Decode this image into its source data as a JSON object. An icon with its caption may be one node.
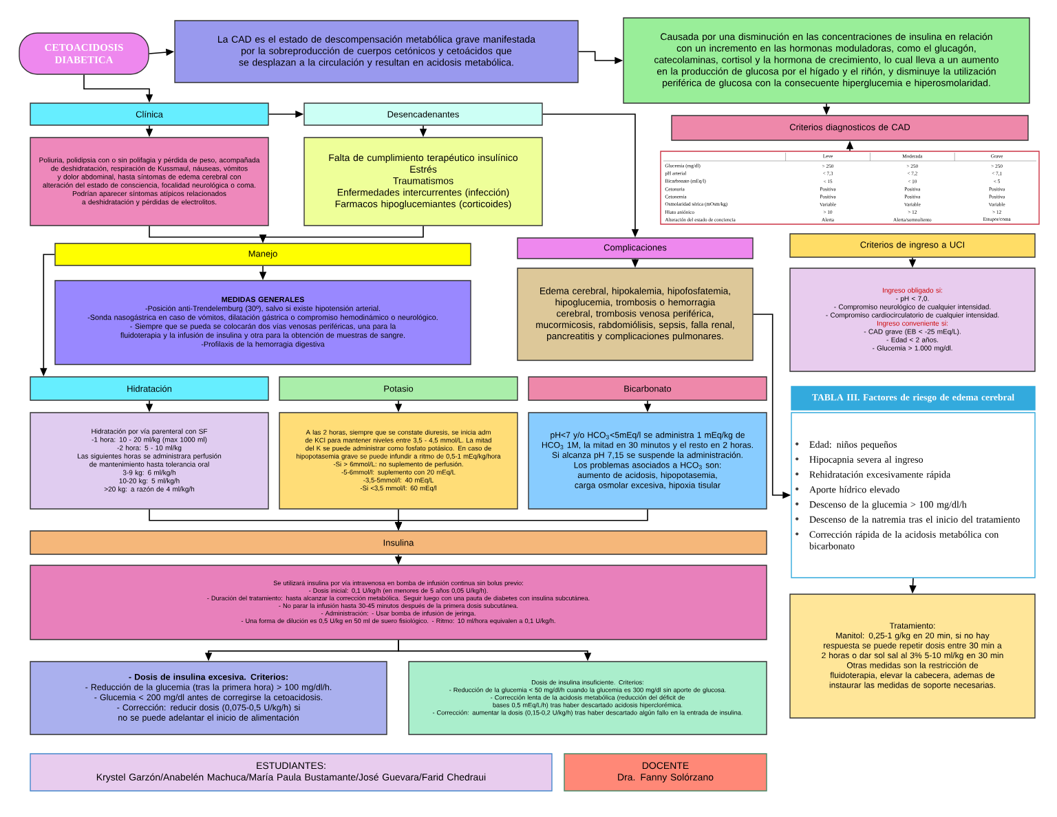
{
  "diagram": {
    "nodes": [
      {
        "text": [
          "CETOACIDOSIS DIABETICA"
        ]
      },
      {
        "text": [
          "La CAD es el estado de descompensación metabólica grave manifestada por la sobreproducción de cuerpos cetónicos y cetoácidos que se desplazan a la circulación y resultan en acidosis metabólica."
        ]
      },
      {
        "text": [
          "Causada por una disminución en las concentraciones de insulina en relación con un incremento en las hormonas moduladoras, como el glucagón, catecolaminas, cortisol y la hormona de crecimiento, lo cual lleva a un aumento en la producción de glucosa por el hígado y el riñón, y disminuye la utilización periférica de glucosa con la consecuente hiperglucemia e hiperosmolaridad."
        ]
      },
      {
        "text": [
          "Clínica"
        ]
      },
      {
        "text": [
          "Desencadenantes"
        ]
      },
      {
        "text": [
          "Criterios diagnosticos de CAD"
        ]
      },
      {
        "text": [],
        "shape": "box"
      },
      {
        "text": [
          "Poliuria, polidipsia con o sin polifagia y pérdida de peso, acompañada de deshidratación, respiración de Kussmaul, náuseas, vómitos y dolor abdominal, hasta síntomas de edema cerebral con alteración del estado de consciencia, focalidad neurológica o coma.",
          "Podrían aparecer síntomas atípicos relacionados a deshidratación y pérdidas de electrolitos."
        ]
      },
      {
        "text": [
          "Falta de cumplimiento terapéutico insulínico",
          "Estrés",
          "Traumatismos",
          "Enfermedades intercurrentes (infección)",
          "Farmacos hipoglucemiantes (corticoides)"
        ]
      },
      {
        "text": [
          "Manejo"
        ]
      },
      {
        "text": [
          "Complicaciones"
        ]
      },
      {
        "text": [
          "Criterios de ingreso a UCI"
        ]
      },
      {
        "text": [
          "MEDIDAS GENERALES",
          "-Posición anti-Trendelemburg (30º), salvo si existe hipotensión arterial.",
          "-Sonda nasogástrica en caso de vómitos, dilatación gástrica o compromiso hemodinámico o neurológico.",
          "- Siempre que se pueda se colocarán dos vías venosas periféricas, una para la fluidoterapia y la infusión de insulina y otra para la obtención de muestras de sangre.",
          "-Profilaxis de la hemorragia digestiva"
        ]
      },
      {
        "text": [
          "Edema cerebral, hipokalemia, hipofosfatemia, hipoglucemia, trombosis o hemorragia cerebral, trombosis venosa periférica, mucormicosis, rabdomiólisis, sepsis, falla renal, pancreatitis y complicaciones pulmonares."
        ]
      },
      {
        "text": [
          "Ingreso obligado si:",
          "- pH < 7,0.",
          "- Compromiso neurológico de cualquier intensidad.",
          "- Compromiso cardiocirculatorio de cualquier intensidad.",
          "Ingreso conveniente si:",
          "- CAD grave (EB < -25 mEq/L).",
          "- Edad < 2 años.",
          "- Glucemia > 1.000 mg/dl."
        ]
      },
      {
        "text": [
          "Hidratación"
        ]
      },
      {
        "text": [
          "Potasio"
        ]
      },
      {
        "text": [
          "Bicarbonato"
        ]
      },
      {
        "text": [
          "TABLA III. Factores de riesgo de edema cerebral"
        ]
      },
      {
        "text": [
          "Edad: niños pequeños",
          "Hipocapnia severa al ingreso",
          "Rehidratación excesivamente rápida",
          "Aporte hídrico elevado",
          "Descenso de la glucemia > 100 mg/dl/h",
          "Descenso de la natremia tras el inicio del tratamiento",
          "Corrección rápida de la acidosis metabólica con bicarbonato"
        ]
      },
      {
        "text": [
          "Hidratación por vía parenteral con SF",
          "-1 hora: 10 - 20 ml/kg (max 1000 ml)",
          "-2 hora: 5 - 10 ml/kg",
          "Las siguientes horas se administrara perfusión de mantenimiento hasta tolerancia oral",
          "3-9 kg: 6 ml/kg/h",
          "10-20 kg: 5 ml/kg/h",
          ">20 kg: a razón de 4 ml/kg/h"
        ]
      },
      {
        "text": [
          "A las 2 horas, siempre que se constate diuresis, se inicia adm de KCl para mantener niveles entre 3,5 - 4,5 mmol/L. La mitad del K se puede administrar como fosfato potásico. En caso de hipopotasemia grave se puede infundir a ritmo de 0,5-1 mEq/kg/hora",
          "-Si > 6mmol/L: no suplemento de perfusión.",
          "-5-6mmol/l: suplemento con 20 mEq/L",
          "-3,5-5mmol/l: 40 mEq/L",
          "-Si <3,5 mmol/l: 60 mEq/l"
        ]
      },
      {
        "text": [
          "pH<7 y/o HCO$_{3}$<5mEq/l se administra 1 mEq/kg de HCO$_{3}$ 1M, la mitad en 30 minutos y el resto en 2 horas. Si alcanza pH 7,15 se suspende la administración.",
          "Los problemas asociados a HCO$_{3}$ son: aumento de acidosis, hipopotasemia, carga osmolar excesiva, hipoxia tisular"
        ]
      },
      {
        "text": [
          "Tratamiento:",
          "Manitol: 0,25-1 g/kg en 20 min, si no hay respuesta se puede repetir dosis entre 30 min a 2 horas o dar sol sal al 3% 5-10 ml/kg en 30 min",
          "Otras medidas son la restricción de fluidoterapia, elevar la cabecera, ademas de instaurar las medidas de soporte necesarias."
        ]
      },
      {
        "text": [
          "Insulina"
        ]
      },
      {
        "text": [
          "Se utilizará insulina por vía intravenosa en bomba de infusión continua sin bolus previo:",
          "- Dosis inicial: 0,1 U/kg/h (en menores de 5 años 0,05 U/kg/h).",
          "- Duración del tratamiento: hasta alcanzar la corrección metabólica. Seguir luego con una pauta de diabetes con insulina subcutánea.",
          "- No parar la infusión hasta 30-45 minutos después de la primera dosis subcutánea.",
          "- Administración: - Usar bomba de infusión de jeringa.",
          "- Una forma de dilución es 0,5 U/kg en 50 ml de suero fisiológico. - Ritmo: 10 ml/hora equivalen a 0,1 U/kg/h."
        ]
      },
      {
        "text": [
          "- Dosis de insulina excesiva. Criterios:",
          "- Reducción de la glucemia (tras la primera hora) > 100 mg/dl/h.",
          "- Glucemia < 200 mg/dl antes de corregirse la cetoacidosis.",
          "- Corrección: reducir dosis (0,075-0,5 U/kg/h) si no se puede adelantar el inicio de alimentación"
        ]
      },
      {
        "text": [
          "Dosis de insulina insuficiente. Criterios:",
          "- Reducción de la glucemia < 50 mg/dl/h cuando la glucemia es 300 mg/dl sin aporte de glucosa.",
          "- Corrección lenta de la acidosis metabólica (reducción del déficit de bases 0,5 mEq/L/h) tras haber descartado acidosis hiperclorémica.",
          "- Corrección: aumentar la dosis (0,15-0,2 U/kg/h) tras haber descartado algún fallo en la entrada de insulina."
        ]
      },
      {
        "text": [
          "ESTUDIANTES:",
          "Krystel Garzón/Anabelén Machuca/María Paula Bustamante/José Guevara/Farid Chedraui"
        ]
      },
      {
        "text": [
          "DOCENTE",
          "Dra. Fanny Solórzano"
        ]
      }
    ],
    "edges": [
      {
        "from": 0,
        "to": 1,
        "arrow": "to"
      },
      {
        "from": 1,
        "to": 2,
        "arrow": "to"
      },
      {
        "from": 0,
        "to": 3,
        "arrow": "to"
      },
      {
        "from": 3,
        "to": 4,
        "arrow": "to"
      },
      {
        "from": 3,
        "to": 7,
        "arrow": "to"
      },
      {
        "from": 4,
        "to": 8,
        "arrow": "to"
      },
      {
        "from": 4,
        "to": 10,
        "arrow": "to"
      },
      {
        "from": 2,
        "to": 5,
        "arrow": "to"
      },
      {
        "from": 6,
        "to": 5,
        "arrow": "to"
      },
      {
        "from": 7,
        "to": 9,
        "arrow": "to"
      },
      {
        "from": 8,
        "to": 9,
        "arrow": "to"
      },
      {
        "from": 9,
        "to": 12,
        "arrow": "to"
      },
      {
        "from": 9,
        "to": 15,
        "arrow": "to"
      },
      {
        "from": 15,
        "to": 20,
        "arrow": "to"
      },
      {
        "from": 16,
        "to": 21,
        "arrow": "to"
      },
      {
        "from": 17,
        "to": 22,
        "arrow": "to"
      },
      {
        "from": 10,
        "to": 13,
        "arrow": "to"
      },
      {
        "from": 11,
        "to": 14,
        "arrow": "to"
      },
      {
        "from": 13,
        "to": 19,
        "arrow": "to"
      },
      {
        "from": 19,
        "to": 23,
        "arrow": "to"
      },
      {
        "from": 20,
        "to": 24,
        "arrow": "to"
      },
      {
        "from": 21,
        "to": 24,
        "arrow": "to"
      },
      {
        "from": 22,
        "to": 24,
        "arrow": "to"
      },
      {
        "from": 24,
        "to": 25,
        "arrow": "to"
      },
      {
        "from": 25,
        "to": 26,
        "arrow": "to"
      },
      {
        "from": 25,
        "to": 27,
        "arrow": "to"
      }
    ],
    "labels": [
      "Leve",
      "Moderada",
      "Grave",
      "Glucemia (mg/dl)",
      "> 250",
      "> 250",
      "> 250",
      "pH arterial",
      "< 7,3",
      "< 7,2",
      "< 7,1",
      "Bicarbonato (mEq/l)",
      "< 15",
      "< 10",
      "< 5",
      "Cetonuria",
      "Positiva",
      "Positiva",
      "Positiva",
      "Cetonemia",
      "Positiva",
      "Positiva",
      "Positiva",
      "Osmolaridad sérica (mOsm/kg)",
      "Variable",
      "Variable",
      "Variable",
      "Hiato aniónico",
      "> 10",
      "> 12",
      "> 12",
      "Alteración del estado de conciencia",
      "Alerta",
      "Alerta/somnoliento",
      "Estupor/coma"
    ]
  }
}
